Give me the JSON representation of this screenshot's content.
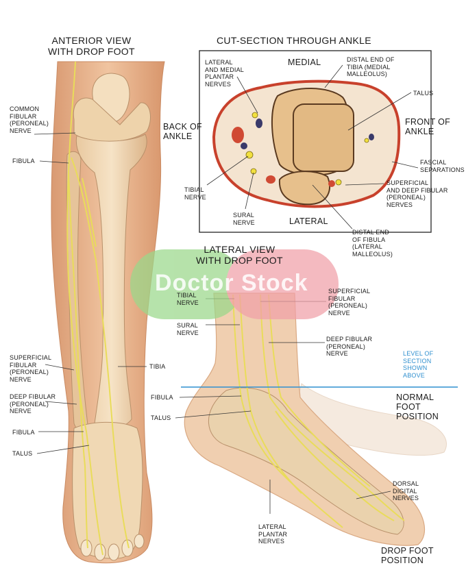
{
  "titles": {
    "anterior": "ANTERIOR VIEW\nWITH DROP FOOT",
    "cut_section": "CUT-SECTION THROUGH ANKLE",
    "lateral": "LATERAL VIEW\nWITH DROP FOOT"
  },
  "anterior_labels": {
    "common_fibular": "COMMON\nFIBULAR\n(PERONEAL)\nNERVE",
    "fibula_upper": "FIBULA",
    "superficial_fibular": "SUPERFICIAL\nFIBULAR\n(PERONEAL)\nNERVE",
    "tibia": "TIBIA",
    "deep_fibular": "DEEP FIBULAR\n(PERONEAL)\nNERVE",
    "fibula_lower": "FIBULA",
    "talus": "TALUS"
  },
  "section_labels": {
    "medial": "MEDIAL",
    "lateral": "LATERAL",
    "back_of_ankle": "BACK OF\nANKLE",
    "front_of_ankle": "FRONT OF\nANKLE",
    "plantar_nerves": "LATERAL\nAND MEDIAL\nPLANTAR\nNERVES",
    "distal_tibia": "DISTAL END OF\nTIBIA (MEDIAL\nMALLEOLUS)",
    "talus": "TALUS",
    "fascial": "FASCIAL\nSEPARATIONS",
    "tibial_nerve": "TIBIAL\nNERVE",
    "sural_nerve": "SURAL\nNERVE",
    "superficial_deep": "SUPERFICIAL\nAND DEEP FIBULAR\n(PERONEAL)\nNERVES",
    "distal_fibula": "DISTAL END\nOF FIBULA\n(LATERAL\nMALLEOLUS)"
  },
  "lateral_labels": {
    "tibial_nerve": "TIBIAL\nNERVE",
    "sural_nerve": "SURAL\nNERVE",
    "superficial_fibular": "SUPERFICIAL\nFIBULAR\n(PERONEAL)\nNERVE",
    "deep_fibular": "DEEP FIBULAR\n(PERONEAL)\nNERVE",
    "level_of_section": "LEVEL OF\nSECTION\nSHOWN\nABOVE",
    "normal_foot": "NORMAL\nFOOT\nPOSITION",
    "fibula": "FIBULA",
    "talus": "TALUS",
    "dorsal_digital": "DORSAL\nDIGITAL\nNERVES",
    "lateral_plantar": "LATERAL\nPLANTAR\nNERVES",
    "drop_foot": "DROP FOOT\nPOSITION"
  },
  "watermark": "Doctor Stock",
  "colors": {
    "skin": "#e8b48c",
    "bone": "#ecd0a8",
    "nerve": "#e9dc5a",
    "section_border": "#c8412c",
    "level_line": "#2f8fcf",
    "watermark_green": "#9ad88a",
    "watermark_pink": "#f0a0a8"
  }
}
